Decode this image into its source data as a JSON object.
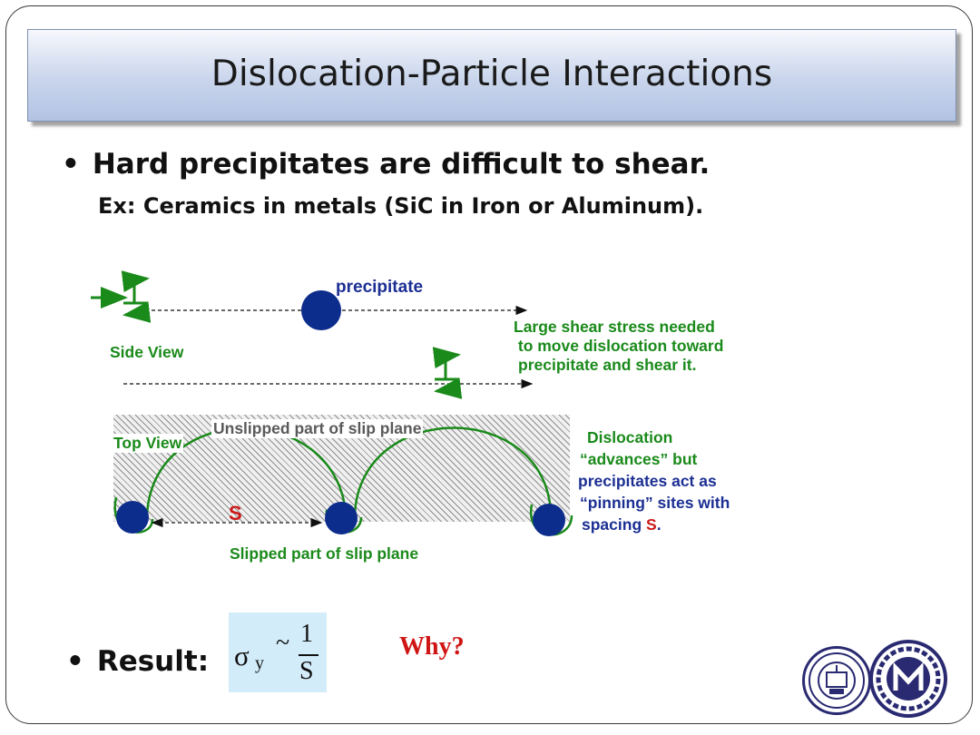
{
  "title": "Dislocation-Particle Interactions",
  "bullets": {
    "b1_text": "Hard precipitates are difficult to shear.",
    "b1_sub": "Ex:  Ceramics in metals (SiC in Iron or Aluminum).",
    "b2_text": "Result:",
    "bullet_glyph": "•"
  },
  "side_view": {
    "label": "Side View",
    "precipitate_label": "precipitate",
    "note_lines": [
      "Large shear stress needed",
      " to move dislocation toward",
      "precipitate and shear it."
    ]
  },
  "top_view": {
    "label": "Top View",
    "unslipped_label": "Unslipped part of slip plane",
    "slipped_label": "Slipped part of slip plane",
    "spacing_symbol": "S",
    "note_lines": [
      "Dislocation",
      "“advances” but",
      "precipitates act as",
      "“pinning” sites with"
    ],
    "note_last_prefix": "spacing ",
    "note_last_suffix": "."
  },
  "formula": {
    "sigma": "σ",
    "subscript": "y",
    "relation": "~",
    "numerator": "1",
    "denominator": "S"
  },
  "why": "Why?",
  "colors": {
    "green": "#1a8a1a",
    "navy": "#0d2d8c",
    "red": "#cc1a1a",
    "title_gradient_bottom": "#b2c3e3"
  },
  "icons": [
    "dislocation-symbol-icon",
    "arrow-right-icon",
    "university-seal-icon",
    "mechanical-gear-logo-icon"
  ]
}
